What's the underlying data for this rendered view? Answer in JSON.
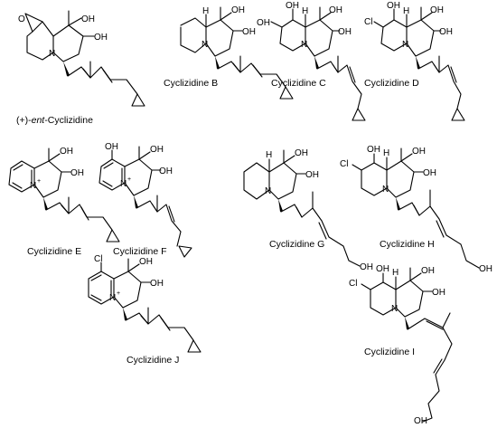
{
  "compounds": [
    {
      "id": "ent",
      "name_prefix": "(+)-",
      "name_italic": "ent",
      "name_suffix": "-Cyclizidine"
    },
    {
      "id": "B",
      "name": "Cyclizidine B"
    },
    {
      "id": "C",
      "name": "Cyclizidine C"
    },
    {
      "id": "D",
      "name": "Cyclizidine D"
    },
    {
      "id": "E",
      "name": "Cyclizidine E"
    },
    {
      "id": "F",
      "name": "Cyclizidine F"
    },
    {
      "id": "G",
      "name": "Cyclizidine G"
    },
    {
      "id": "H",
      "name": "Cyclizidine H"
    },
    {
      "id": "J",
      "name": "Cyclizidine J"
    },
    {
      "id": "I",
      "name": "Cyclizidine I"
    }
  ],
  "atoms": {
    "oh": "OH",
    "o": "O",
    "n": "N",
    "cl": "Cl",
    "h": "H",
    "plus": "+"
  }
}
